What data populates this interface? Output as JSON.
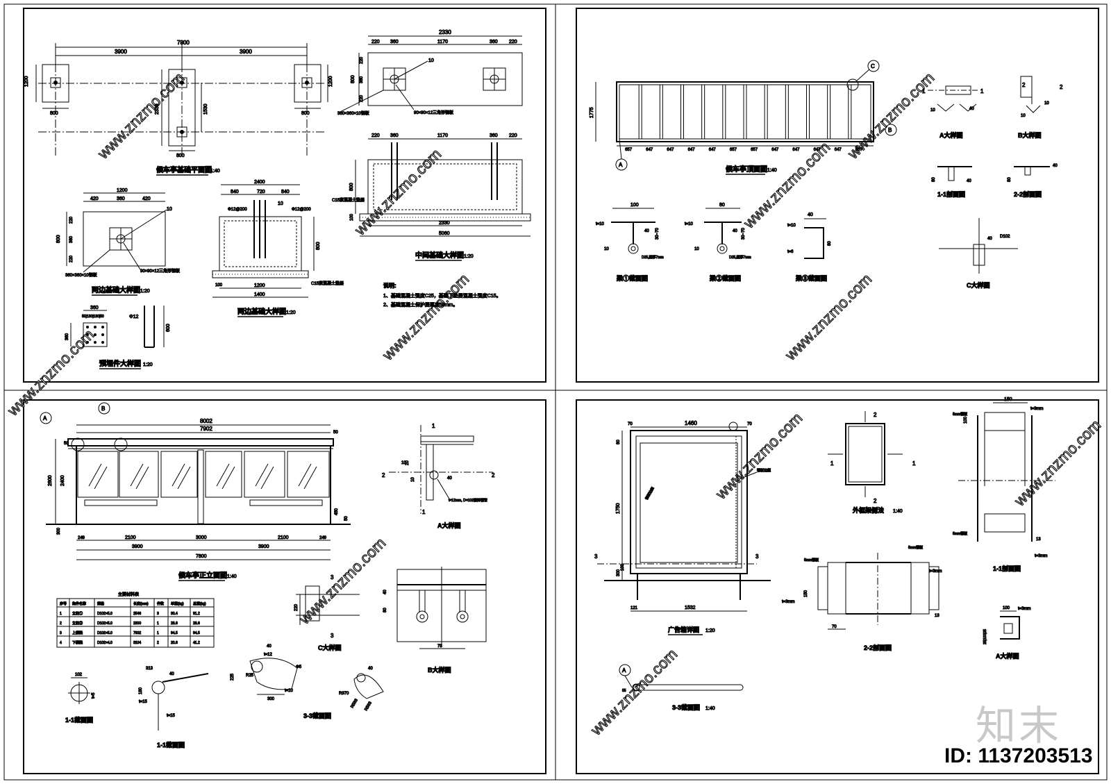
{
  "p1": {
    "plan_title": "候车亭基础平面图",
    "plan_scale": "1:40",
    "plan_dims": {
      "total": "7800",
      "half_l": "3900",
      "half_r": "3900",
      "h_l": "1200",
      "h_r": "1200",
      "w_l": "800",
      "w_r": "800",
      "w_c": "800",
      "h_c": "2330",
      "h_c2": "1530"
    },
    "mid_plan_dims": {
      "total": "2330",
      "a": "220",
      "b": "360",
      "c": "1170",
      "d": "360",
      "e": "220",
      "v1": "220",
      "v2": "360",
      "v3": "220",
      "vt": "800",
      "weld": "10",
      "plate": "360×360×10钢板",
      "angle": "90×90×12三角形钢板"
    },
    "mid_title": "中间基础大样图",
    "mid_scale": "1:20",
    "mid_sec_dims": {
      "a": "220",
      "b": "360",
      "c": "1170",
      "d": "360",
      "e": "220",
      "base": "2330",
      "total": "5060",
      "h": "800",
      "pad": "100",
      "c15": "C15素混凝土垫层"
    },
    "side_title": "两边基础大样图",
    "side_scale": "1:20",
    "side_dims": {
      "w": "1200",
      "a": "420",
      "b": "360",
      "c": "420",
      "v1": "220",
      "v2": "360",
      "v3": "220",
      "vt": "800",
      "weld": "10",
      "plate": "360×360×10钢板",
      "angle": "90×90×12三角形钢板"
    },
    "side_sec_title": "两边基础大样图",
    "side_sec_scale": "1:20",
    "side_sec_dims": {
      "top": "2400",
      "a": "840",
      "b": "720",
      "c": "840",
      "rebar_l": "Φ12@200",
      "rebar_r": "Φ12@200",
      "weld": "10",
      "h": "800",
      "w": "1200",
      "total": "1400",
      "pad": "100",
      "c15": "C15素混凝土垫层"
    },
    "embed_title": "预埋件大样图",
    "embed_scale": "1:20",
    "embed_dims": {
      "w": "360",
      "sub": "50|130|130|50",
      "h": "360",
      "rebar": "Φ12",
      "len": "600"
    },
    "notes_title": "说明:",
    "notes": [
      "1、基础混凝土强度C25，基础下垫层混凝土强度C15。",
      "2、基础混凝土保护层厚度50mm。"
    ]
  },
  "p2": {
    "roof_title": "候车亭顶面图",
    "roof_scale": "1:40",
    "roof_h": "1775",
    "roof_spans": [
      "657",
      "647",
      "647",
      "647",
      "647",
      "657",
      "657",
      "647",
      "647",
      "647",
      "647",
      "657"
    ],
    "markers": [
      "A",
      "B",
      "C",
      "①"
    ],
    "a_detail": "A大样图",
    "b_detail": "B大样图",
    "sec11": "1-1剖面图",
    "sec22": "2-2剖面图",
    "sec_dims": {
      "h1": "80",
      "h2": "80",
      "w10": "10",
      "w40": "40",
      "mark1": "1",
      "mark2": "2"
    },
    "beam1": "梁①截面图",
    "beam2": "梁②截面图",
    "beam3": "梁③截面图",
    "beam1_dims": {
      "w": "100",
      "t": "t=10",
      "h": "30~70",
      "weld": "40",
      "tube": "D25,壁厚7mm",
      "s": "10"
    },
    "beam2_dims": {
      "w": "80",
      "t": "t=10",
      "h": "30~70",
      "weld": "40",
      "tube": "D25,壁厚7mm",
      "s": "10"
    },
    "beam3_dims": {
      "w": "40",
      "t1": "t=10",
      "t2": "t=6",
      "h": "80"
    },
    "c_detail": "C大样图",
    "c_dims": {
      "w": "40",
      "d": "D102"
    }
  },
  "p3": {
    "elev_title": "候车亭正立面图",
    "elev_scale": "1:40",
    "elev_dims": {
      "total": "8002",
      "inner": "7902",
      "h": "2600",
      "h2": "2400",
      "left_top": "50",
      "right_top": "50",
      "bench": "300",
      "bench_h": "450",
      "b50": "50",
      "foot": "300",
      "s1": "249",
      "s2": "2100",
      "s3": "3000",
      "s4": "2100",
      "s5": "249",
      "half_l": "3900",
      "half_r": "3900",
      "grand": "7800"
    },
    "a_detail": "A大样图",
    "a_dims": {
      "m1": "1",
      "m2": "2",
      "w10": "10",
      "h20": "20",
      "h10": "10",
      "w40": "40",
      "pipe": "t=12mm, D=102镀锌钢管"
    },
    "c_detail": "C大样图",
    "c_dims": {
      "h": "220",
      "mark": "3"
    },
    "b_detail": "B大样图",
    "b_dims": {
      "h1": "40",
      "h2": "80",
      "w": "78"
    },
    "table_title": "主要材料表",
    "table_headers": [
      "序号",
      "构件名称",
      "规格",
      "长度(mm)",
      "件数",
      "单重(kg)",
      "总重(kg)"
    ],
    "table_rows": [
      [
        "1",
        "立柱①",
        "D102×5.0",
        "2546",
        "3",
        "30.4",
        "91.2"
      ],
      [
        "2",
        "立柱②",
        "D102×5.0",
        "2300",
        "1",
        "28.6",
        "28.6"
      ],
      [
        "3",
        "上横梁",
        "D102×5.0",
        "7902",
        "1",
        "94.5",
        "94.5"
      ],
      [
        "4",
        "下横梁",
        "D102×4.0",
        "3104",
        "2",
        "20.6",
        "41.2"
      ]
    ],
    "s11a_title": "1-1截面图",
    "s11a_dims": {
      "w": "102",
      "t": "t=5"
    },
    "s11b_title": "1-1截面图",
    "s11b_dims": {
      "w": "313",
      "h": "180",
      "t1": "t=15",
      "t2": "t=15",
      "w40": "40"
    },
    "s33_title": "3-3截面图",
    "s33_dims": {
      "r": "R25",
      "t": "t=12",
      "w": "300",
      "h": "225",
      "t10": "t=10",
      "w40": "40",
      "d": "Φ5"
    },
    "s33b_dims": {
      "a": "R970",
      "b": "R583",
      "c": "R563",
      "w40": "40"
    }
  },
  "p4": {
    "ad_title": "广告箱详图",
    "ad_scale": "1:20",
    "ad_dims": {
      "w": "1460",
      "l": "70",
      "r": "70",
      "h": "1750",
      "top": "80",
      "bot": "300",
      "bot2": "100",
      "base": "1532",
      "left": "121",
      "label1": "钢板边框",
      "label2": "钢板边框",
      "mark": "3"
    },
    "frame_title": "外框架侧法",
    "frame_scale": "1:40",
    "frame_mark1": "1",
    "frame_mark2": "2",
    "s11_title": "1-1剖面图",
    "s11_dims": {
      "w": "150",
      "t": "t=3mm",
      "h": "100",
      "f5a": "5mm钢板",
      "f5b": "5mm钢板",
      "w13": "13",
      "tt": "t=3mm"
    },
    "s22_title": "2-2剖面图",
    "s22_dims": {
      "f5a": "5mm钢板",
      "f5b": "5mm钢板",
      "h": "150",
      "t1": "t=3mm",
      "t2": "t=3mm",
      "w": "70",
      "w13": "13"
    },
    "a_title": "A大样图",
    "a_dims": {
      "w": "100",
      "t": "t=3mm",
      "h": "25|100|25"
    },
    "s33_title": "3-3截面图",
    "s33_scale": "1:40",
    "s33_marker": "A",
    "s33_w": "55"
  },
  "brand": "知末",
  "id_tag": "ID: 1137203513",
  "watermark": "www.znzmo.com"
}
